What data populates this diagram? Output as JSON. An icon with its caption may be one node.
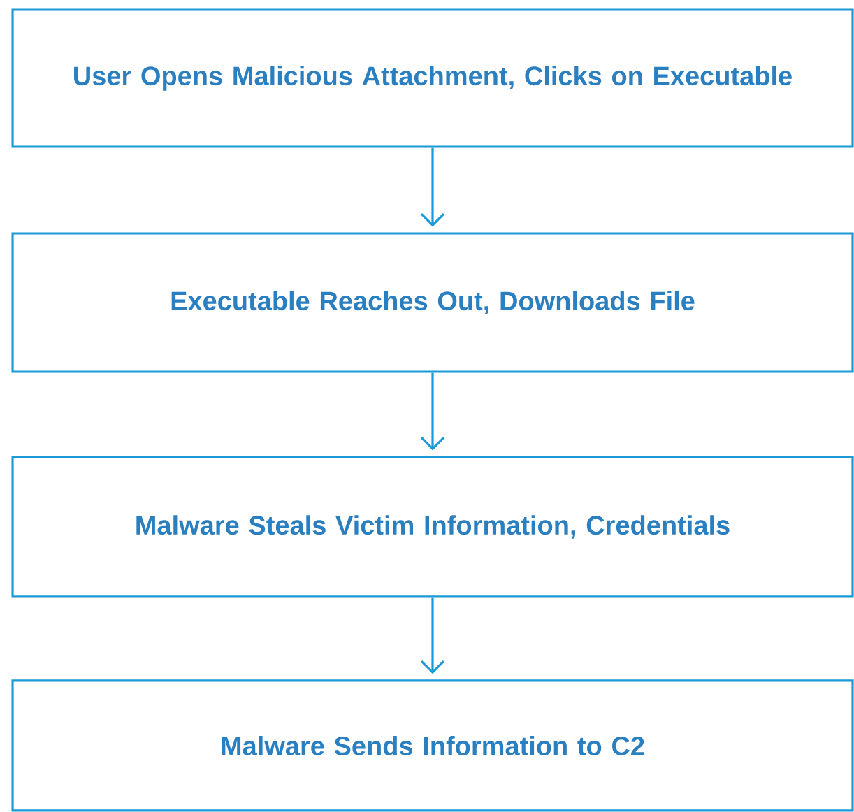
{
  "diagram": {
    "nodes": [
      {
        "text": [
          "User Opens Malicious Attachment, Clicks on Executable"
        ]
      },
      {
        "text": [
          "Executable Reaches Out, Downloads File"
        ]
      },
      {
        "text": [
          "Malware Steals Victim Information, Credentials"
        ]
      },
      {
        "text": [
          "Malware Sends Information to C2"
        ]
      }
    ],
    "edges": [
      {
        "from": 0,
        "to": 1,
        "arrow": "to"
      },
      {
        "from": 1,
        "to": 2,
        "arrow": "to"
      },
      {
        "from": 2,
        "to": 3,
        "arrow": "to"
      }
    ]
  }
}
